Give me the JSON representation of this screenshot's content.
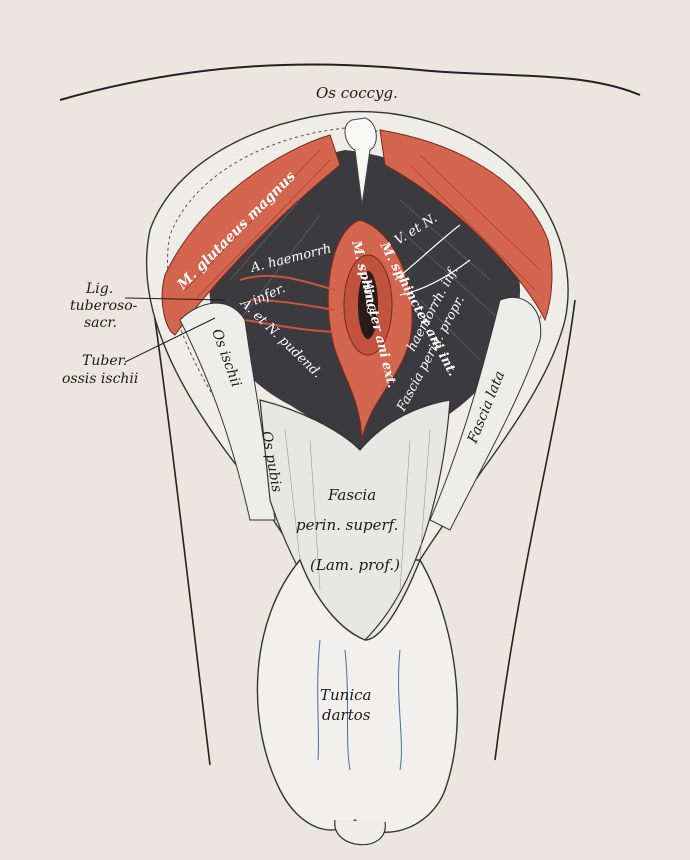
{
  "colors": {
    "background": "#ebe6e0",
    "muscle": "#d4654f",
    "muscle_dark": "#a8412f",
    "fossa_dark": "#3b3b3f",
    "fascia": "#e7e7e3",
    "ink": "#1b1b1b",
    "vessel_blue": "#4a6fa0"
  },
  "labels": {
    "os_coccyg": "Os coccyg.",
    "glutaeus": "M. glutaeus magnus",
    "lig_1": "Lig.",
    "lig_2": "tuberoso-",
    "lig_3": "sacr.",
    "tuber_1": "Tuber.",
    "tuber_2": "ossis ischii",
    "a_haemorrh": "A. haemorrh",
    "infer": "infer.",
    "a_et_n_pudend": "A. et N. pudend.",
    "os_ischii": "Os ischii",
    "os_pubis": "Os pubis",
    "sphincter_ext": "M. sphincter ani ext.",
    "anus": "Anus",
    "sphincter_int": "M. sphincter ani int.",
    "vet_n": "V. et N.",
    "haemorrh_inf": "haemorrh. inf.",
    "fascia_perin_propr": "Fascia perin. propr.",
    "fascia_lata": "Fascia lata",
    "fascia": "Fascia",
    "perin_superf": "perin. superf.",
    "lam_prof": "(Lam. prof.)",
    "tunica": "Tunica",
    "dartos": "dartos"
  }
}
